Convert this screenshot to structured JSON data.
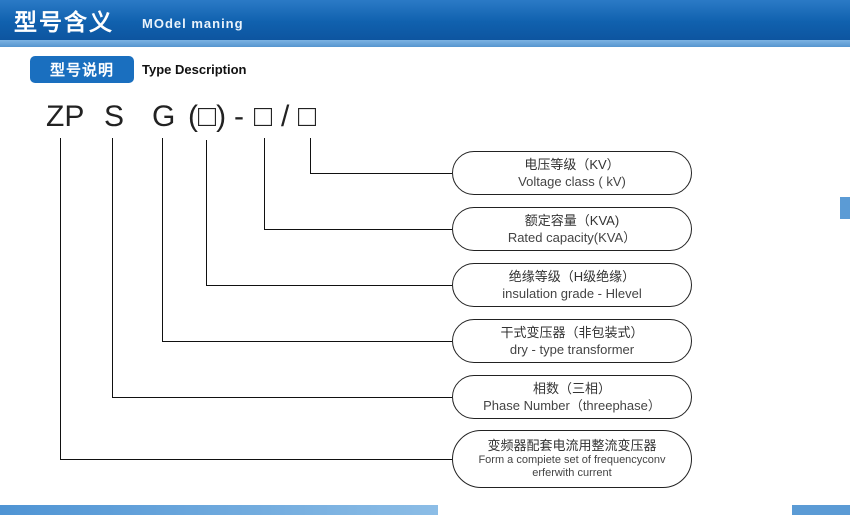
{
  "header": {
    "title": "型号含义",
    "subtitle": "MOdel maning"
  },
  "section": {
    "badge": "型号说明",
    "label": "Type Description"
  },
  "code": {
    "parts": [
      "ZP",
      "S",
      "G",
      "(□)",
      "-",
      "□",
      "/",
      "□"
    ]
  },
  "pills": [
    {
      "cn": "电压等级（KV）",
      "en": "Voltage class ( kV)"
    },
    {
      "cn": "额定容量（KVA)",
      "en": "Rated capacity(KVA）"
    },
    {
      "cn": "绝缘等级（H级绝缘）",
      "en": "insulation grade - Hlevel"
    },
    {
      "cn": "干式变压器（非包装式）",
      "en": "dry - type transformer"
    },
    {
      "cn": "相数（三相）",
      "en": "Phase Number（threephase）"
    },
    {
      "cn": "变频器配套电流用整流变压器",
      "en1": "Form a compiete set of frequencyconv",
      "en2": "erferwith current"
    }
  ],
  "colors": {
    "header_blue": "#1061ae",
    "strip_blue": "#5b9bd5",
    "badge_blue": "#1a6fbf"
  }
}
